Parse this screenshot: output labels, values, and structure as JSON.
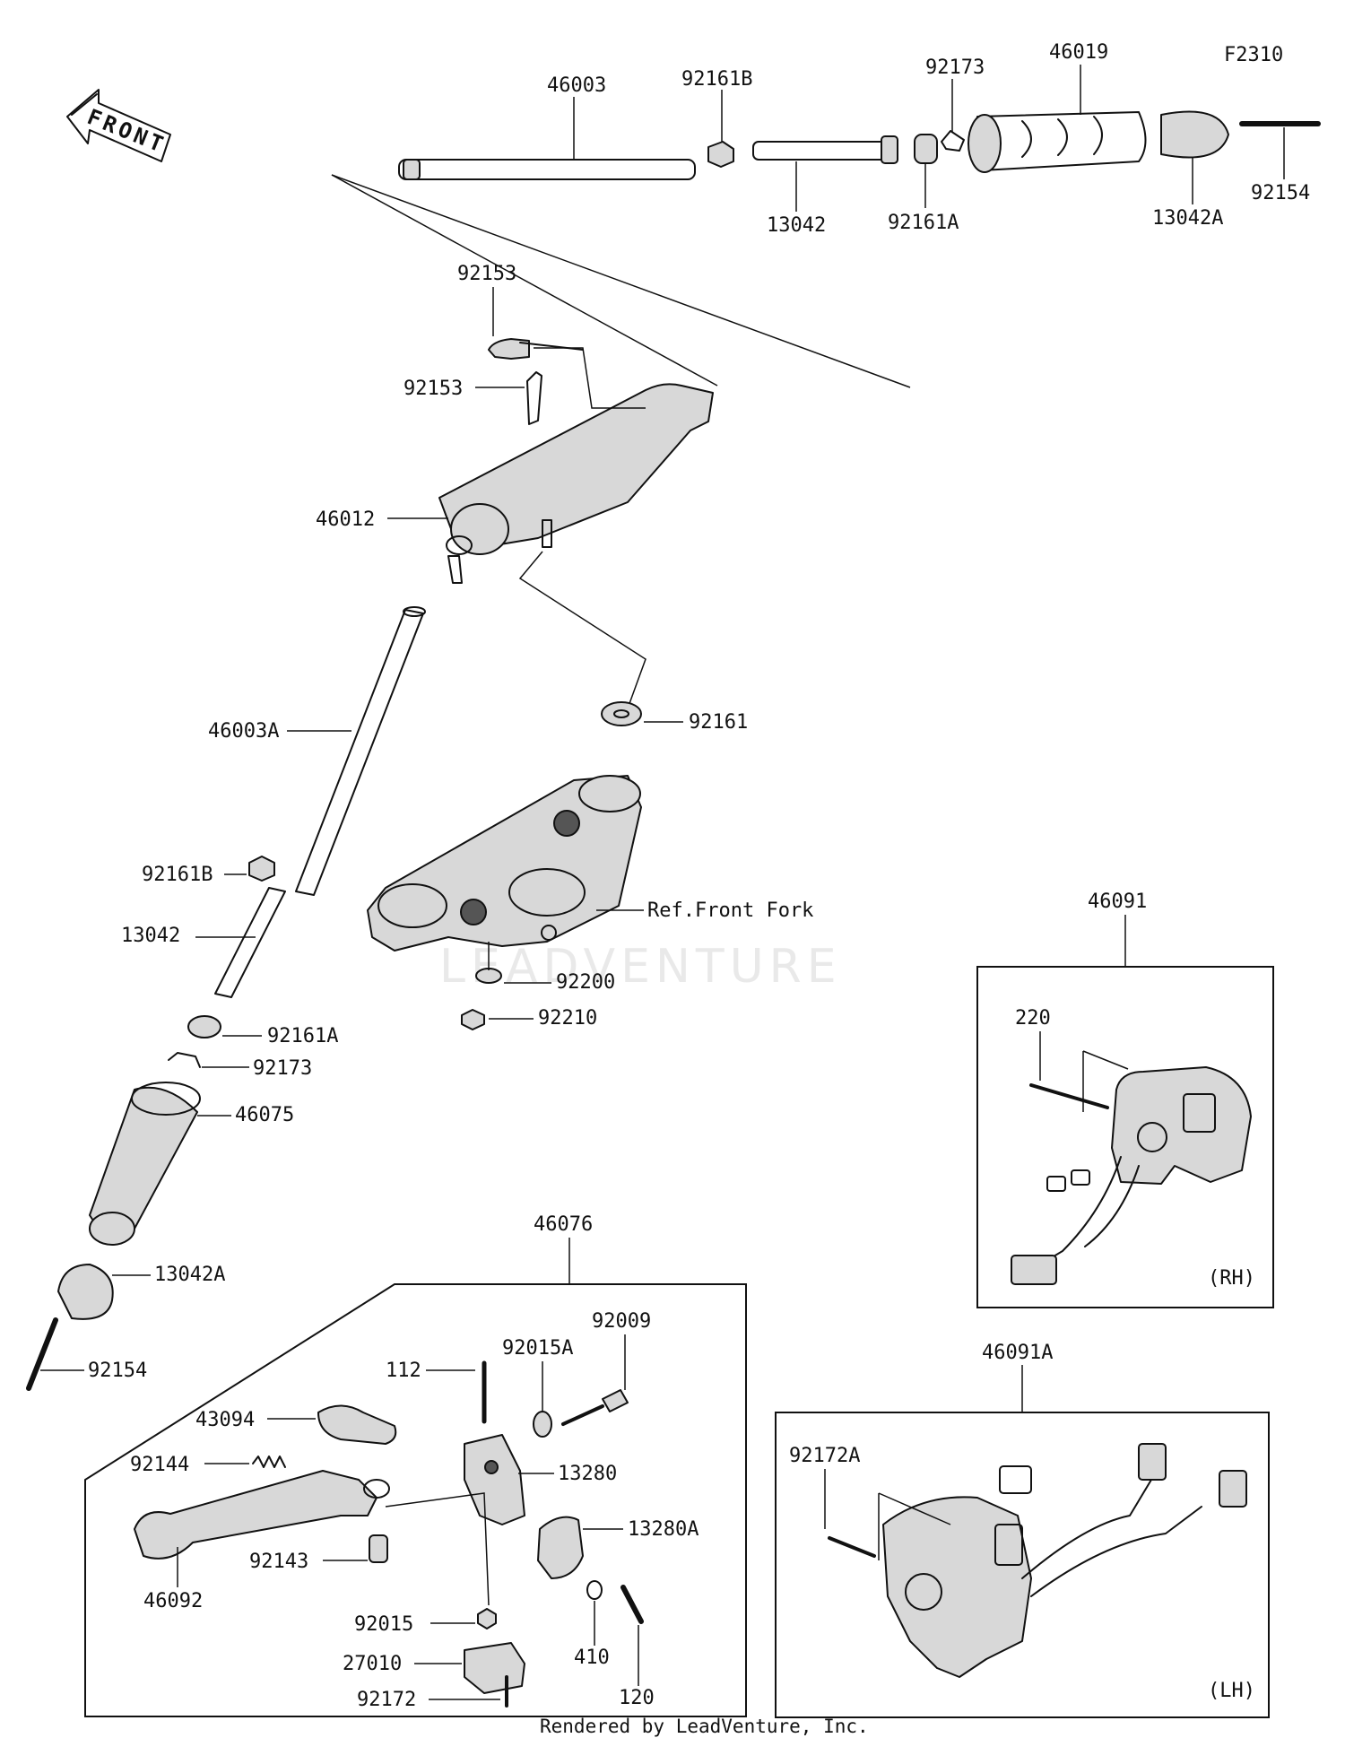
{
  "diagram_id": "F2310",
  "front_label": "FRONT",
  "footer": "Rendered by LeadVenture, Inc.",
  "watermark": "LEADVENTURE",
  "ref_label": "Ref.Front Fork",
  "labels": {
    "p46003": "46003",
    "p92161B_top": "92161B",
    "p92173_top": "92173",
    "p46019": "46019",
    "p13042_top": "13042",
    "p92161A_top": "92161A",
    "p13042A_top": "13042A",
    "p92154_top": "92154",
    "p92153_a": "92153",
    "p92153_b": "92153",
    "p46012": "46012",
    "p46003A": "46003A",
    "p92161": "92161",
    "p92161B": "92161B",
    "p13042": "13042",
    "p92161A": "92161A",
    "p92173": "92173",
    "p46075": "46075",
    "p13042A": "13042A",
    "p92154": "92154",
    "p92200": "92200",
    "p92210": "92210",
    "p46076": "46076",
    "p92009": "92009",
    "p92015A": "92015A",
    "p112": "112",
    "p43094": "43094",
    "p13280": "13280",
    "p92144": "92144",
    "p13280A": "13280A",
    "p92143": "92143",
    "p46092": "46092",
    "p92015": "92015",
    "p410": "410",
    "p27010": "27010",
    "p120": "120",
    "p92172": "92172",
    "p46091": "46091",
    "p220": "220",
    "rh": "(RH)",
    "p46091A": "46091A",
    "p92172A": "92172A",
    "lh": "(LH)"
  }
}
